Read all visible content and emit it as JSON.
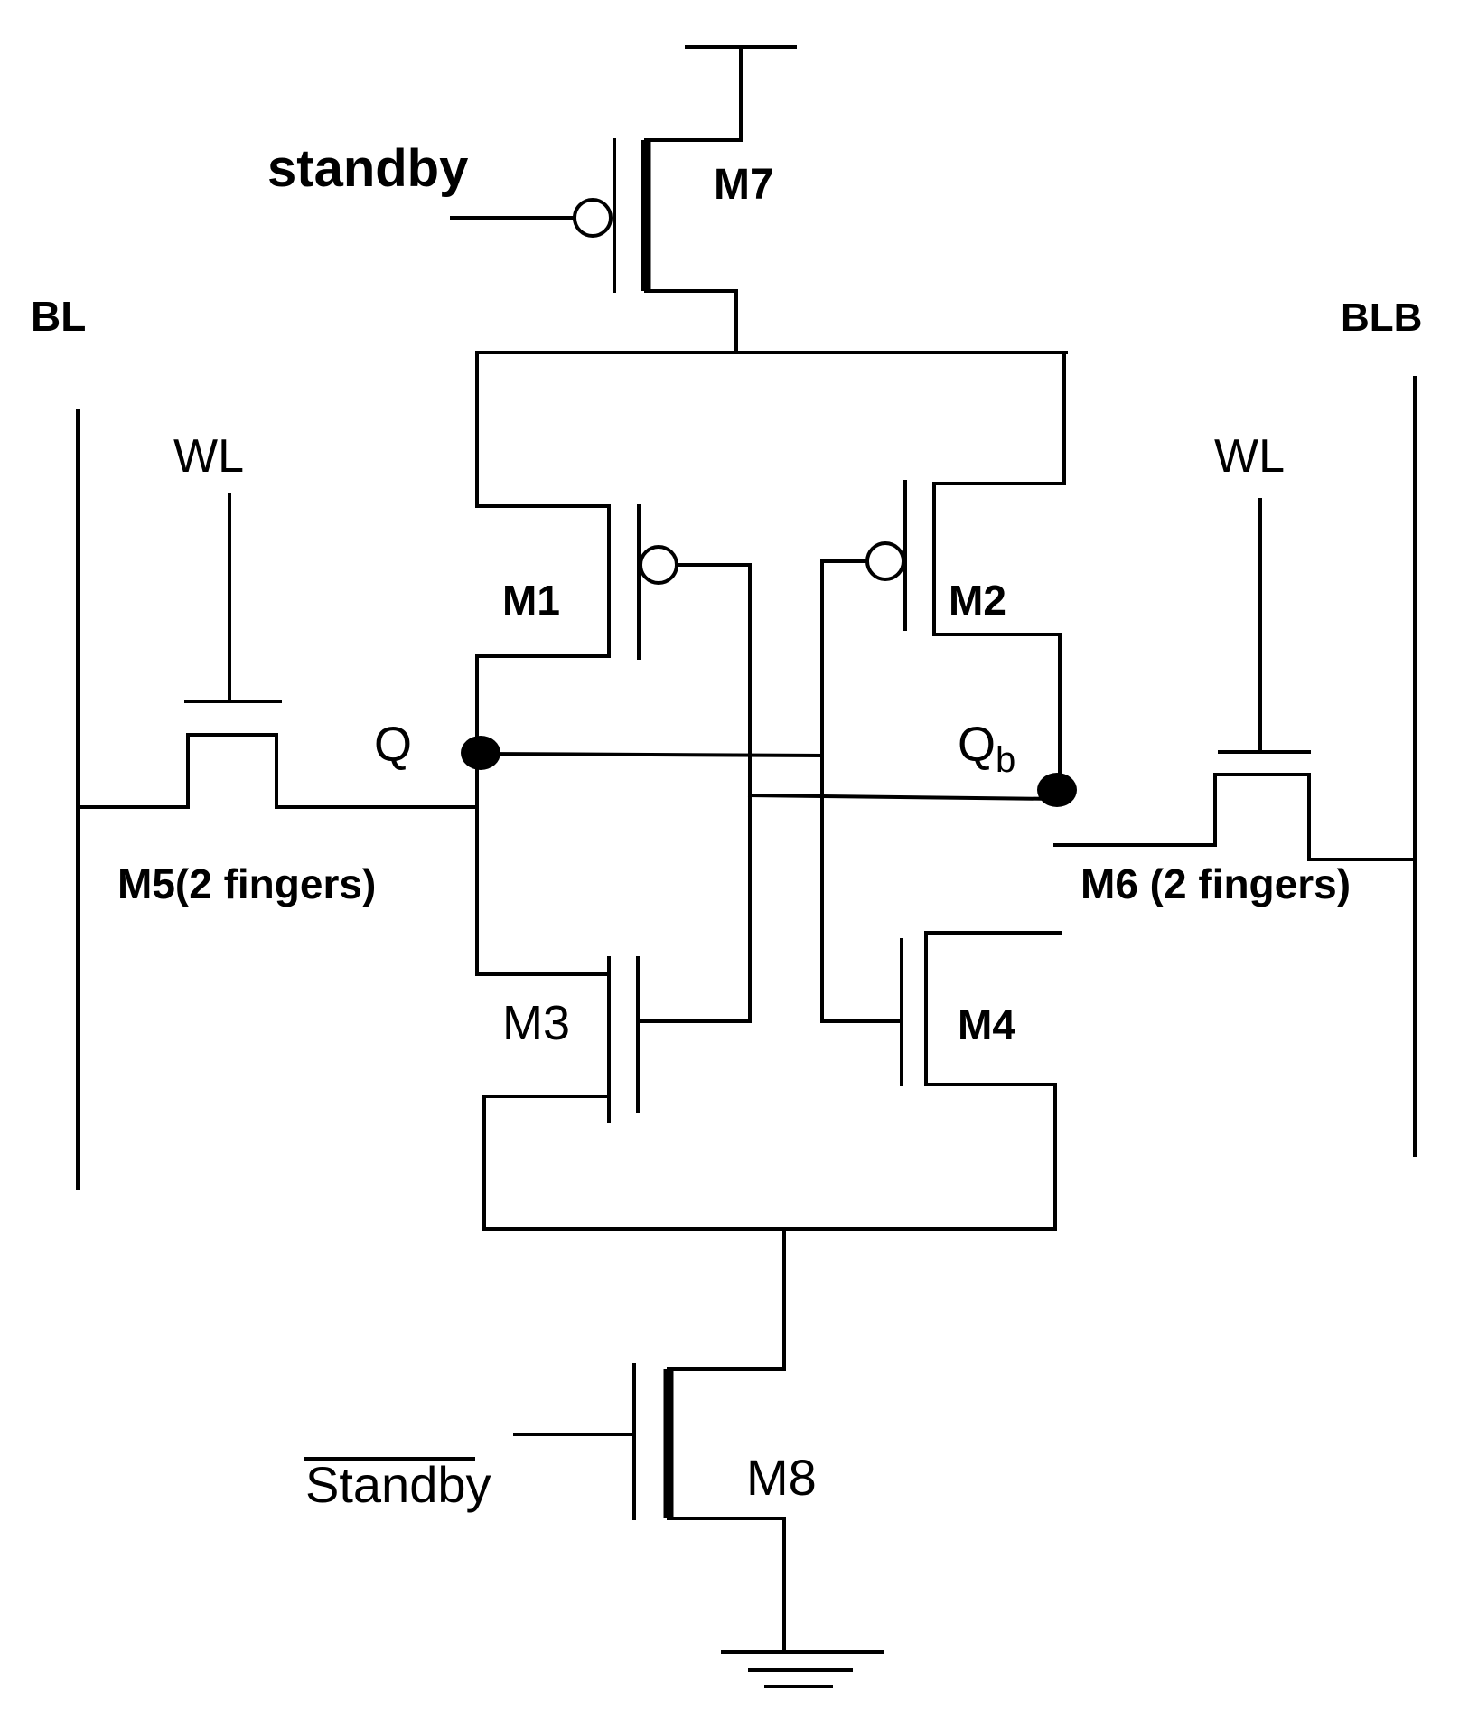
{
  "labels": {
    "standby": "standby",
    "standby_bar": "Standby",
    "m7": "M7",
    "m8": "M8",
    "bl": "BL",
    "blb": "BLB",
    "wl_left": "WL",
    "wl_right": "WL",
    "m1": "M1",
    "m2": "M2",
    "m3": "M3",
    "m4": "M4",
    "m5": "M5(2 fingers)",
    "m6": "M6 (2 fingers)",
    "q": "Q",
    "qb_main": "Q",
    "qb_sub": "b"
  }
}
